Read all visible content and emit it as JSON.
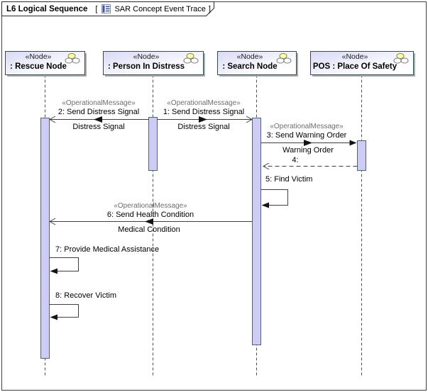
{
  "frame": {
    "title": "L6 Logical Sequence",
    "open_bracket": "[",
    "close_bracket": "]",
    "context": "SAR Concept Event Trace"
  },
  "lifelines": [
    {
      "stereotype": "«Node»",
      "name": ": Rescue Node"
    },
    {
      "stereotype": "«Node»",
      "name": ": Person In Distress"
    },
    {
      "stereotype": "«Node»",
      "name": ": Search Node"
    },
    {
      "stereotype": "«Node»",
      "name": "POS : Place Of Safety"
    }
  ],
  "messages": [
    {
      "stereotype": "«OperationalMessage»",
      "name": "2: Send Distress Signal",
      "conveyed": "Distress Signal",
      "from": ": Person In Distress",
      "to": ": Rescue Node",
      "kind": "async"
    },
    {
      "stereotype": "«OperationalMessage»",
      "name": "1: Send Distress Signal",
      "conveyed": "Distress Signal",
      "from": ": Person In Distress",
      "to": ": Search Node",
      "kind": "async"
    },
    {
      "stereotype": "«OperationalMessage»",
      "name": "3: Send Warning Order",
      "conveyed": "Warning Order",
      "from": ": Search Node",
      "to": "POS : Place Of Safety",
      "kind": "sync"
    },
    {
      "name": "4:",
      "from": "POS : Place Of Safety",
      "to": ": Search Node",
      "kind": "reply"
    },
    {
      "name": "5: Find Victim",
      "from": ": Search Node",
      "to": ": Search Node",
      "kind": "self"
    },
    {
      "stereotype": "«OperationalMessage»",
      "name": "6: Send Health Condition",
      "conveyed": "Medical Condition",
      "from": ": Search Node",
      "to": ": Rescue Node",
      "kind": "async"
    },
    {
      "name": "7: Provide Medical Assistance",
      "from": ": Rescue Node",
      "to": ": Rescue Node",
      "kind": "self"
    },
    {
      "name": "8: Recover Victim",
      "from": ": Rescue Node",
      "to": ": Rescue Node",
      "kind": "self"
    }
  ],
  "icons": {
    "tab_icon": "sequence-diagram-icon",
    "lifeline_icon": "node-icon"
  },
  "colors": {
    "activation_fill": "#ccccf5",
    "head_fill": "#dcdcf7",
    "node_border": "#2c4f4b",
    "lifeline_dash": "#2e6055",
    "shadow": "#ababab",
    "stereotype_gray": "#6e6e6e"
  }
}
